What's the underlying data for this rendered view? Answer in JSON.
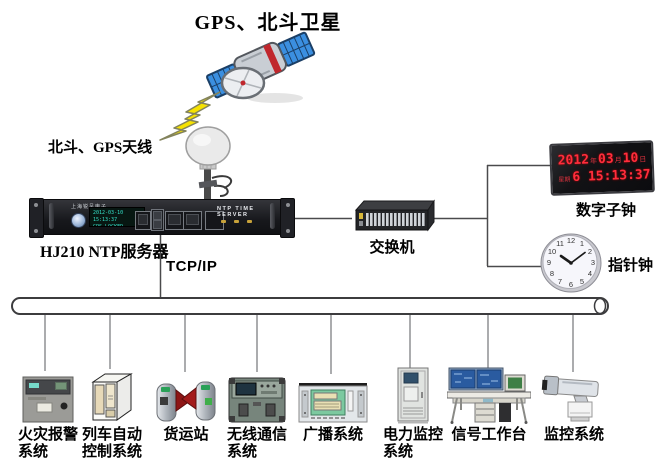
{
  "header": {
    "title": "GPS、北斗卫星"
  },
  "antenna": {
    "label": "北斗、GPS天线"
  },
  "server": {
    "label": "HJ210 NTP服务器",
    "panel_text": "NTP TIME SERVER",
    "logo": "上海锐呈电子",
    "lcd_line1": "2012-03-10 15:13:37",
    "lcd_line2": "GPS  LOCKED"
  },
  "network": {
    "switch_label": "交换机",
    "protocol_label": "TCP/IP"
  },
  "digital_clock": {
    "label": "数字子钟",
    "year": "2012",
    "year_unit": "年",
    "month": "03",
    "month_unit": "月",
    "day": "10",
    "day_unit": "日",
    "week_label": "星期",
    "week": "6",
    "time": "15:13:37"
  },
  "analog_clock": {
    "label": "指针钟",
    "time": "10:09",
    "numbers": [
      "1",
      "2",
      "3",
      "4",
      "5",
      "6",
      "7",
      "8",
      "9",
      "10",
      "11",
      "12"
    ]
  },
  "devices": [
    {
      "name": "fire-alarm-system",
      "label1": "火灾报警",
      "label2": "系统"
    },
    {
      "name": "train-auto-control-system",
      "label1": "列车自动",
      "label2": "控制系统"
    },
    {
      "name": "freight-station",
      "label1": "货运站",
      "label2": ""
    },
    {
      "name": "wireless-comm-system",
      "label1": "无线通信",
      "label2": "系统"
    },
    {
      "name": "broadcast-system",
      "label1": "广播系统",
      "label2": ""
    },
    {
      "name": "power-monitor-system",
      "label1": "电力监控",
      "label2": "系统"
    },
    {
      "name": "signal-workstation",
      "label1": "信号工作台",
      "label2": ""
    },
    {
      "name": "cctv-system",
      "label1": "监控系统",
      "label2": ""
    }
  ],
  "colors": {
    "led_red": "#ff2d3c",
    "lcd_cyan": "#35e0c8",
    "lightning_yellow": "#f6e200",
    "satellite_panel_blue": "#3b8fe0",
    "line_gray": "#4a4a4c",
    "drop_line_gray": "#8f9093"
  }
}
